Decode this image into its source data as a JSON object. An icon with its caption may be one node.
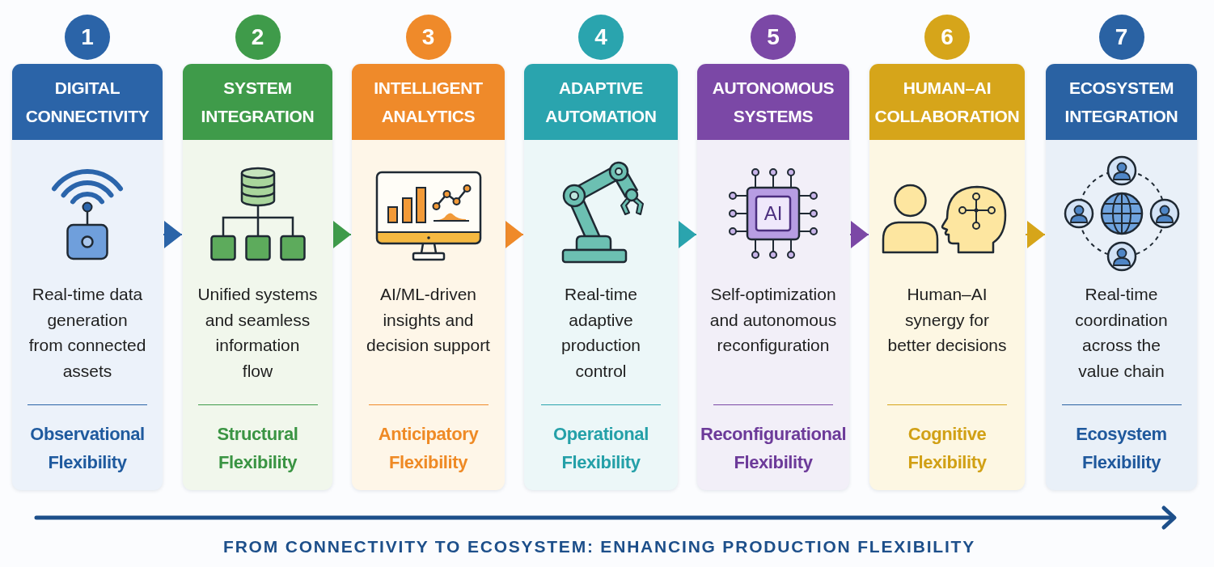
{
  "diagram": {
    "caption": "FROM CONNECTIVITY TO ECOSYSTEM: ENHANCING PRODUCTION FLEXIBILITY",
    "nodes": [
      {
        "text": [
          "1"
        ]
      },
      {
        "text": [
          "DIGITAL CONNECTIVITY",
          "Real-time data generation from connected assets",
          "Observational Flexibility"
        ]
      },
      {
        "text": [
          "2"
        ]
      },
      {
        "text": [
          "SYSTEM INTEGRATION",
          "Unified systems and seamless information flow",
          "Structural Flexibility"
        ]
      },
      {
        "text": [
          "3"
        ]
      },
      {
        "text": [
          "INTELLIGENT ANALYTICS",
          "AI/ML-driven insights and decision support",
          "Anticipatory Flexibility"
        ]
      },
      {
        "text": [
          "4"
        ]
      },
      {
        "text": [
          "ADAPTIVE AUTOMATION",
          "Real-time adaptive production control",
          "Operational Flexibility"
        ]
      },
      {
        "text": [
          "5"
        ]
      },
      {
        "text": [
          "AUTONOMOUS SYSTEMS",
          "Self-optimization and autonomous reconfiguration",
          "Reconfigurational Flexibility"
        ]
      },
      {
        "text": [
          "6"
        ]
      },
      {
        "text": [
          "HUMAN–AI COLLABORATION",
          "Human–AI synergy for better decisions",
          "Cognitive Flexibility"
        ]
      },
      {
        "text": [
          "7"
        ]
      },
      {
        "text": [
          "ECOSYSTEM INTEGRATION",
          "Real-time coordination across the value chain",
          "Ecosystem Flexibility"
        ]
      }
    ],
    "edges": [
      {
        "from": 1,
        "to": 3,
        "arrow": "to",
        "color": "#2b64a8"
      },
      {
        "from": 3,
        "to": 5,
        "arrow": "to",
        "color": "#3f9b4a"
      },
      {
        "from": 5,
        "to": 7,
        "arrow": "to",
        "color": "#ef8a2a"
      },
      {
        "from": 7,
        "to": 9,
        "arrow": "to",
        "color": "#2aa4ae"
      },
      {
        "from": 9,
        "to": 11,
        "arrow": "to",
        "color": "#7b48a6"
      },
      {
        "from": 11,
        "to": 13,
        "arrow": "to",
        "color": "#d6a51a"
      }
    ],
    "labels": [
      "AI"
    ]
  }
}
